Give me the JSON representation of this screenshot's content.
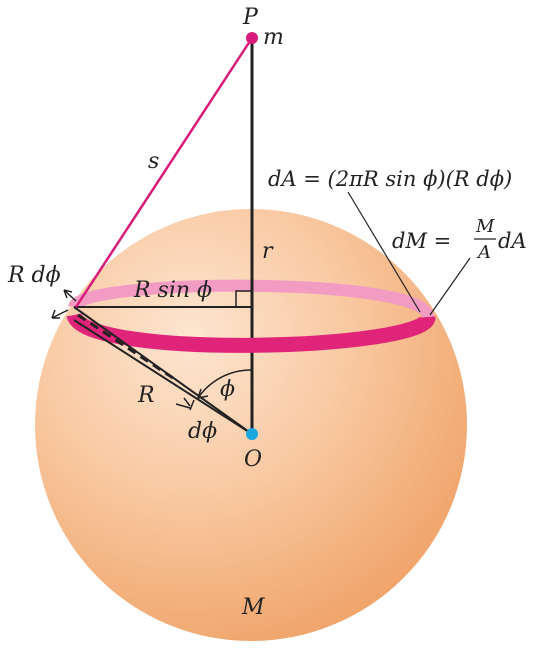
{
  "figure": {
    "labels": {
      "P": "P",
      "m": "m",
      "s": "s",
      "r": "r",
      "O": "O",
      "M": "M",
      "R": "R",
      "phi": "ϕ",
      "dphi": "dϕ",
      "R_dphi": "R dϕ",
      "R_sin_phi": "R sin ϕ",
      "dA_formula": "dA = (2πR sin ϕ)(R dϕ)",
      "dM_lhs": "dM =",
      "dM_num": "M",
      "dM_den": "A",
      "dM_tail": "dA"
    },
    "colors": {
      "sphere": "#f6b98a",
      "ring": "#e0247a",
      "ring_back": "#f08cba",
      "line_s": "#d81b7a",
      "point_P": "#d81b7a",
      "point_O": "#1aa7e0"
    }
  }
}
